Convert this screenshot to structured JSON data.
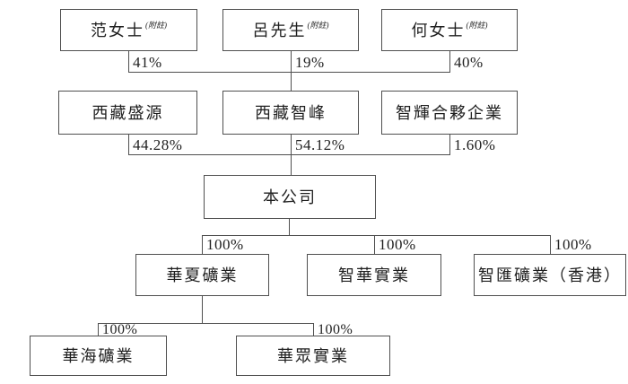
{
  "diagram": {
    "title": "shareholding-structure",
    "colors": {
      "background": "#ffffff",
      "line": "#4f4f4f",
      "text": "#1f1f1f"
    },
    "top_owners": [
      {
        "name": "范女士",
        "note": "(附註)",
        "stake": "41%"
      },
      {
        "name": "呂先生",
        "note": "(附註)",
        "stake": "19%"
      },
      {
        "name": "何女士",
        "note": "(附註)",
        "stake": "40%"
      }
    ],
    "holding_companies": [
      {
        "name": "西藏盛源",
        "stake": "44.28%"
      },
      {
        "name": "西藏智峰",
        "stake": "54.12%"
      },
      {
        "name": "智輝合夥企業",
        "stake": "1.60%"
      }
    ],
    "company": {
      "name": "本公司"
    },
    "subsidiaries": [
      {
        "name": "華夏礦業",
        "stake": "100%"
      },
      {
        "name": "智華實業",
        "stake": "100%"
      },
      {
        "name": "智匯礦業（香港）",
        "stake": "100%"
      }
    ],
    "sub_subsidiaries": [
      {
        "name": "華海礦業",
        "stake": "100%"
      },
      {
        "name": "華眾實業",
        "stake": "100%"
      }
    ]
  }
}
